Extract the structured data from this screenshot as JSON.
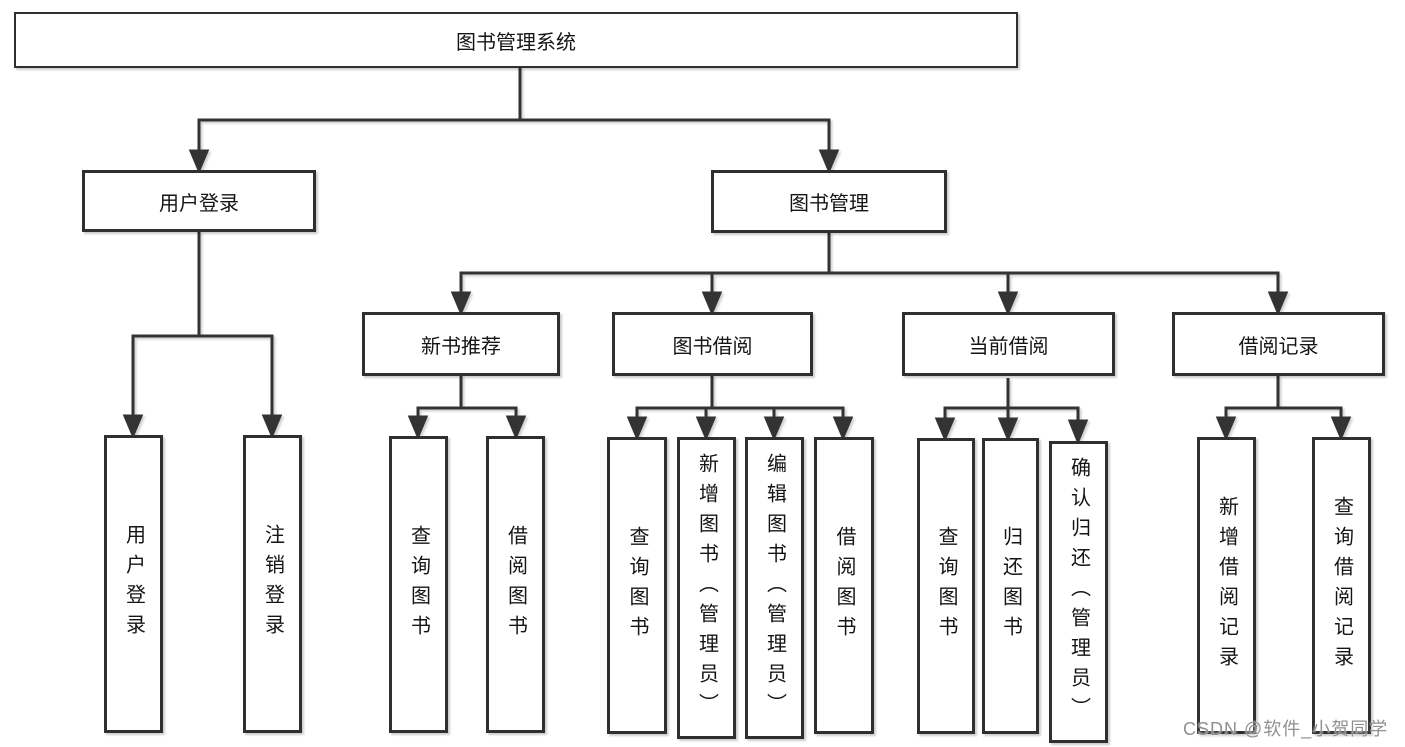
{
  "tree": {
    "root": {
      "label": "图书管理系统",
      "children": [
        {
          "label": "用户登录",
          "children": [
            {
              "label": "用户登录"
            },
            {
              "label": "注销登录"
            }
          ]
        },
        {
          "label": "图书管理",
          "children": [
            {
              "label": "新书推荐",
              "children": [
                {
                  "label": "查询图书"
                },
                {
                  "label": "借阅图书"
                }
              ]
            },
            {
              "label": "图书借阅",
              "children": [
                {
                  "label": "查询图书"
                },
                {
                  "label": "新增图书（管理员）"
                },
                {
                  "label": "编辑图书（管理员）"
                },
                {
                  "label": "借阅图书"
                }
              ]
            },
            {
              "label": "当前借阅",
              "children": [
                {
                  "label": "查询图书"
                },
                {
                  "label": "归还图书"
                },
                {
                  "label": "确认归还（管理员）"
                }
              ]
            },
            {
              "label": "借阅记录",
              "children": [
                {
                  "label": "新增借阅记录"
                },
                {
                  "label": "查询借阅记录"
                }
              ]
            }
          ]
        }
      ]
    }
  },
  "watermark": "CSDN @软件_小贺同学",
  "colors": {
    "line": "#333333",
    "border": "#2f2f2f",
    "text": "#151515",
    "watermark_gray": "#909090",
    "background": "#ffffff"
  }
}
